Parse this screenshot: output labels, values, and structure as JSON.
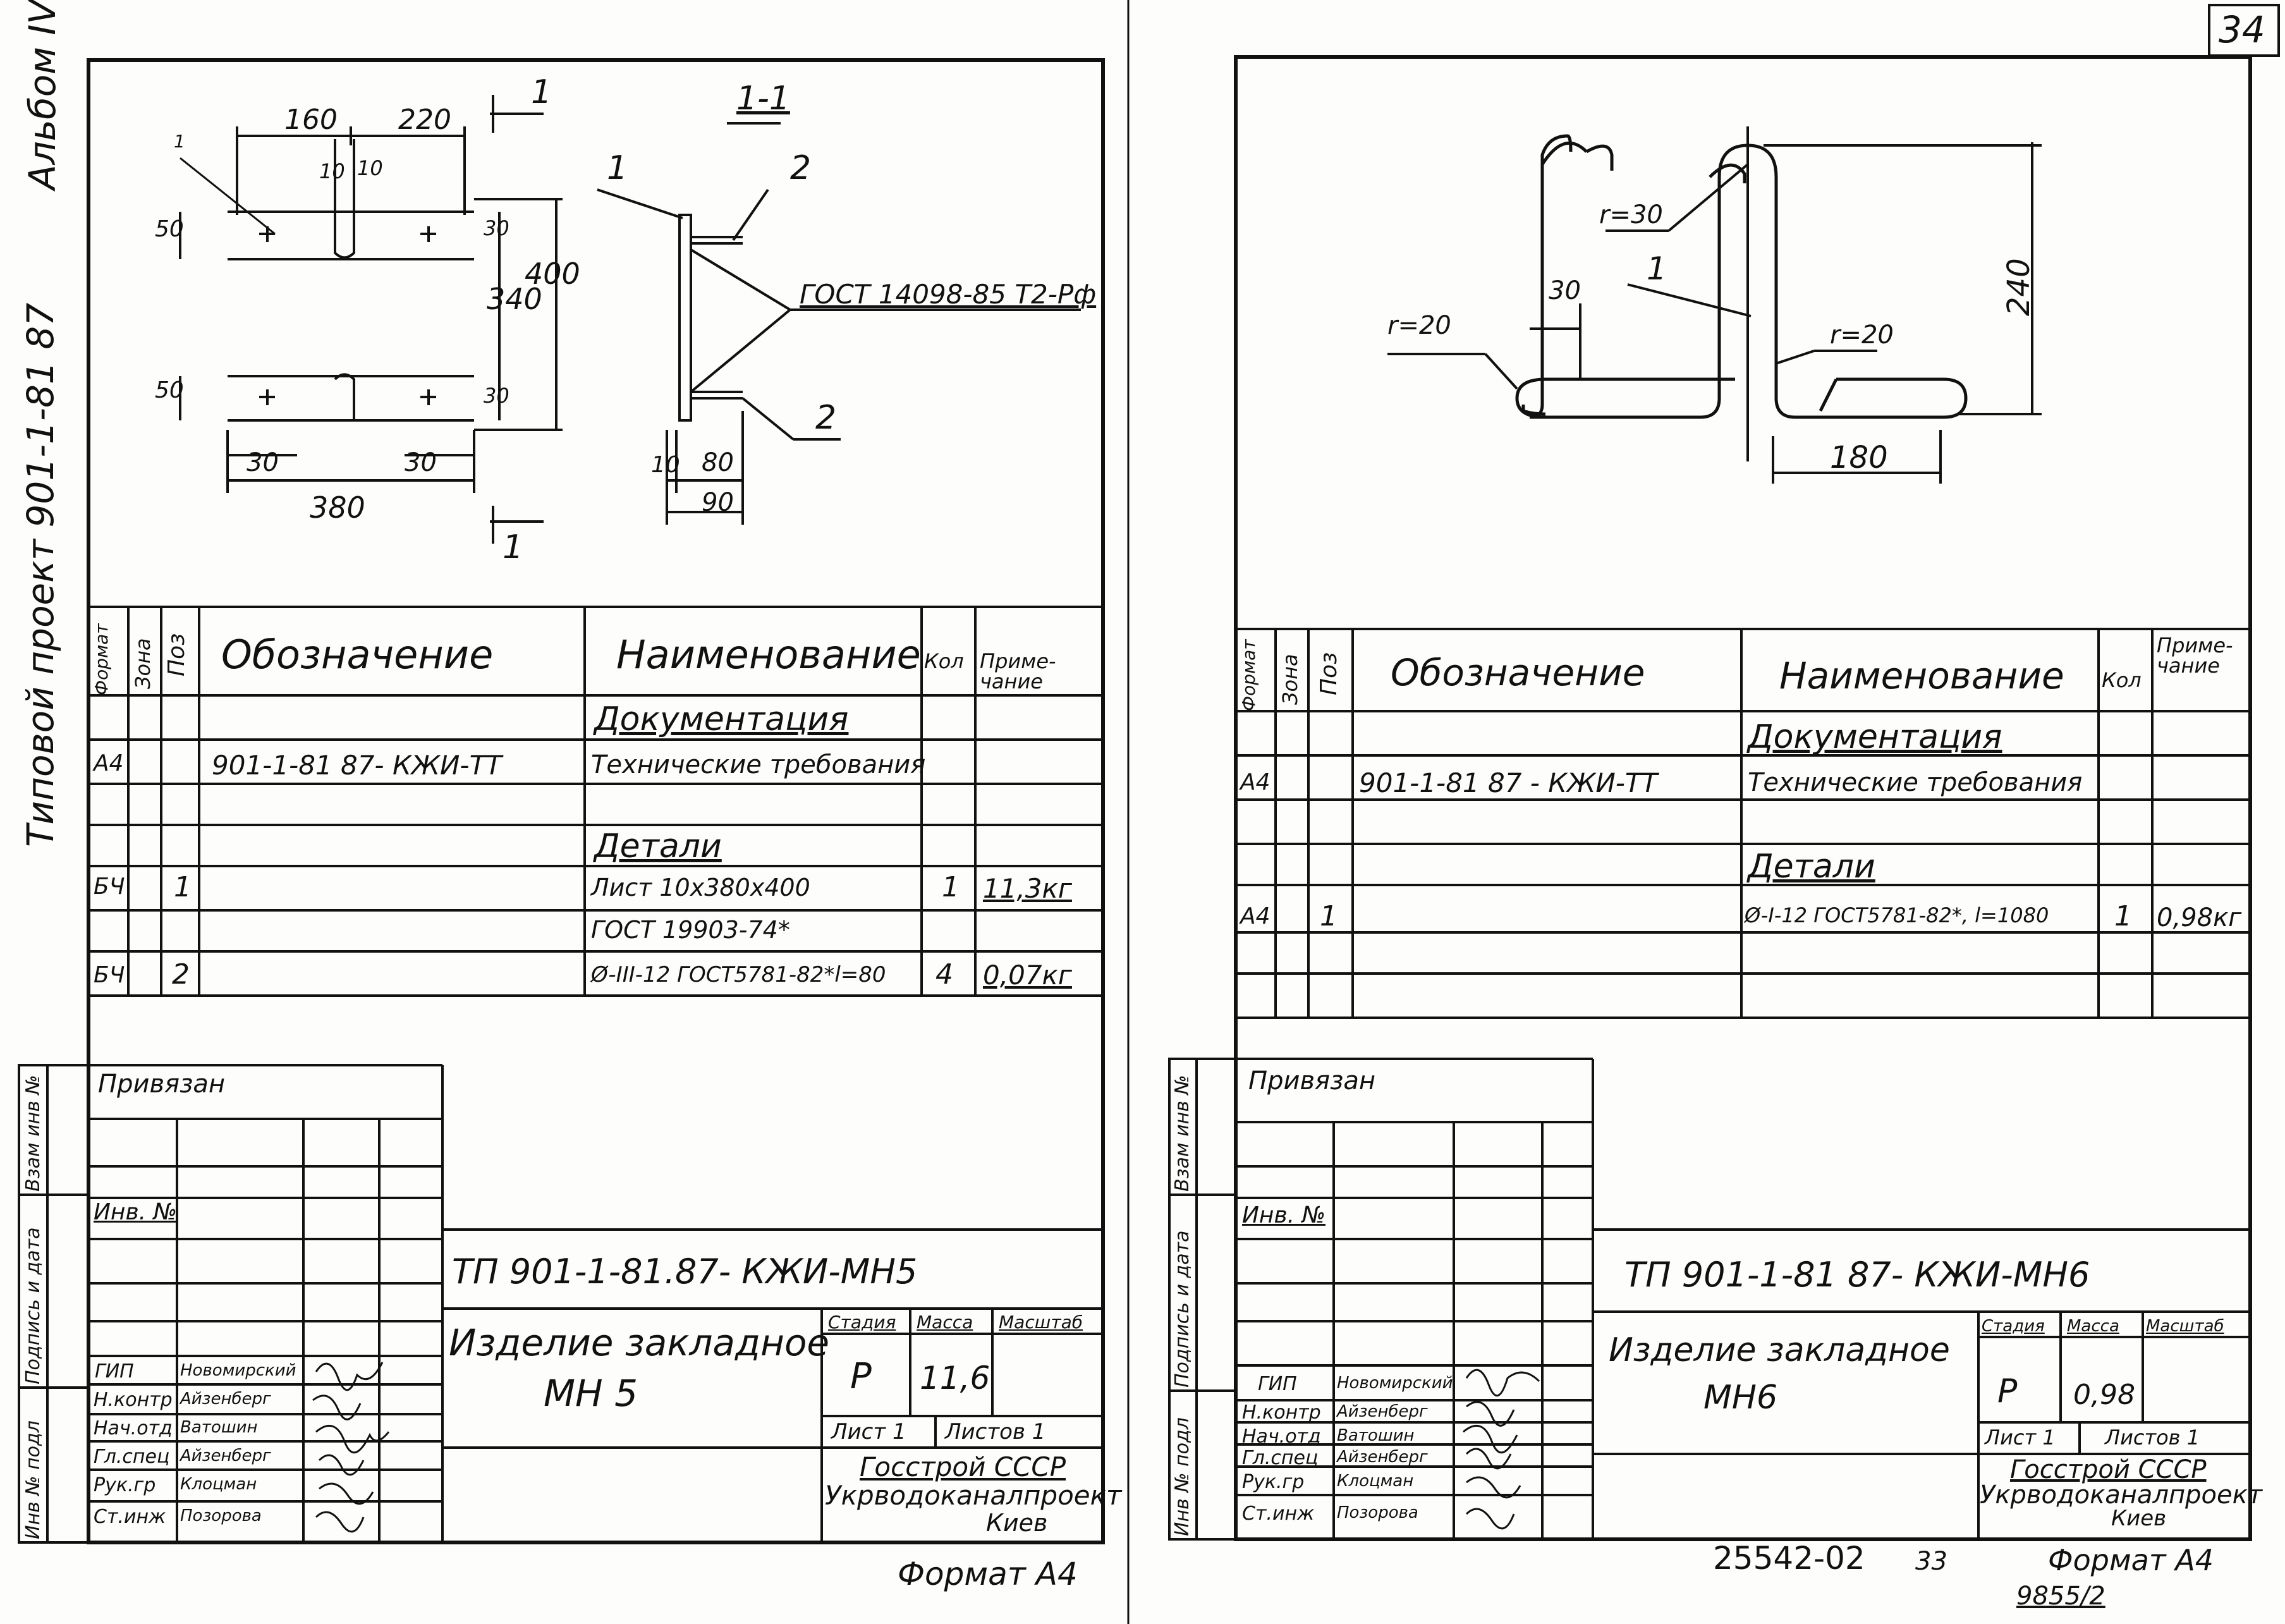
{
  "page_number": "34",
  "vertical_titles": {
    "album": "Альбом IV",
    "series": "Типовой проект 901-1-81 87"
  },
  "side_stamp_labels": [
    "Взам инв №",
    "Подпись и дата",
    "Инв № подл"
  ],
  "left_sheet": {
    "drawing": {
      "dims_top": [
        "160",
        "220"
      ],
      "dims_small": [
        "10",
        "10"
      ],
      "dims_left": [
        "50",
        "50"
      ],
      "dims_right_small": [
        "30",
        "30"
      ],
      "dim_340": "340",
      "dim_400": "400",
      "dims_bottom_small": [
        "30",
        "30"
      ],
      "dim_380": "380",
      "pos_label": "1",
      "section_marker": "1",
      "section_title": "1-1",
      "callout_1": "1",
      "callout_2a": "2",
      "callout_2b": "2",
      "weld_note": "ГОСТ 14098-85 Т2-Рф",
      "dims_side": [
        "10",
        "80"
      ],
      "dim_side_bottom": "90"
    },
    "spec_headers": {
      "format": "Формат",
      "zone": "Зона",
      "pos": "Поз",
      "designation": "Обозначение",
      "name": "Наименование",
      "qty": "Кол",
      "note": "Приме-чание"
    },
    "spec_rows": [
      {
        "format": "",
        "pos": "",
        "designation": "",
        "name": "Документация",
        "qty": "",
        "note": "",
        "underline": true
      },
      {
        "format": "А4",
        "pos": "",
        "designation": "901-1-81 87- КЖИ-ТТ",
        "name": "Технические требования",
        "qty": "",
        "note": ""
      },
      {
        "format": "",
        "pos": "",
        "designation": "",
        "name": "",
        "qty": "",
        "note": ""
      },
      {
        "format": "",
        "pos": "",
        "designation": "",
        "name": "Детали",
        "qty": "",
        "note": "",
        "underline": true
      },
      {
        "format": "БЧ",
        "pos": "1",
        "designation": "",
        "name": "Лист 10х380х400",
        "qty": "1",
        "note": "11,3кг"
      },
      {
        "format": "",
        "pos": "",
        "designation": "",
        "name": "ГОСТ 19903-74*",
        "qty": "",
        "note": ""
      },
      {
        "format": "БЧ",
        "pos": "2",
        "designation": "",
        "name": "Ø-III-12 ГОСТ5781-82*l=80",
        "qty": "4",
        "note": "0,07кг"
      }
    ],
    "title_block": {
      "bound": "Привязан",
      "inv_no": "Инв. №",
      "code": "ТП 901-1-81.87- КЖИ-МН5",
      "product": "Изделие закладное",
      "product_code": "МН 5",
      "stage_label": "Стадия",
      "mass_label": "Масса",
      "scale_label": "Масштаб",
      "stage": "Р",
      "mass": "11,6",
      "sheet": "Лист 1",
      "sheets": "Листов 1",
      "org_line1": "Госстрой СССР",
      "org_line2": "Укрводоканалпроект",
      "org_line3": "Киев",
      "roles": [
        "ГИП",
        "Н.контр",
        "Нач.отд",
        "Гл.спец",
        "Рук.гр",
        "Ст.инж"
      ],
      "names": [
        "Новомирский",
        "Айзенберг",
        "Ватошин",
        "Айзенберг",
        "Клоцман",
        "Позорова"
      ],
      "format": "Формат А4"
    }
  },
  "right_sheet": {
    "drawing": {
      "r_top": "r=30",
      "r_left": "r=20",
      "r_right": "r=20",
      "dim_30": "30",
      "dim_240": "240",
      "dim_180": "180",
      "callout_1": "1"
    },
    "spec_headers": {
      "format": "Формат",
      "zone": "Зона",
      "pos": "Поз",
      "designation": "Обозначение",
      "name": "Наименование",
      "qty": "Кол",
      "note": "Приме-чание"
    },
    "spec_rows": [
      {
        "format": "",
        "pos": "",
        "designation": "",
        "name": "Документация",
        "qty": "",
        "note": "",
        "underline": true
      },
      {
        "format": "А4",
        "pos": "",
        "designation": "901-1-81 87 - КЖИ-ТТ",
        "name": "Технические требования",
        "qty": "",
        "note": ""
      },
      {
        "format": "",
        "pos": "",
        "designation": "",
        "name": "",
        "qty": "",
        "note": ""
      },
      {
        "format": "",
        "pos": "",
        "designation": "",
        "name": "Детали",
        "qty": "",
        "note": "",
        "underline": true
      },
      {
        "format": "А4",
        "pos": "1",
        "designation": "",
        "name": "Ø-I-12 ГОСТ5781-82*, l=1080",
        "qty": "1",
        "note": "0,98кг"
      },
      {
        "format": "",
        "pos": "",
        "designation": "",
        "name": "",
        "qty": "",
        "note": ""
      },
      {
        "format": "",
        "pos": "",
        "designation": "",
        "name": "",
        "qty": "",
        "note": ""
      }
    ],
    "title_block": {
      "bound": "Привязан",
      "inv_no": "Инв. №",
      "code": "ТП 901-1-81 87- КЖИ-МН6",
      "product": "Изделие закладное",
      "product_code": "МН6",
      "stage_label": "Стадия",
      "mass_label": "Масса",
      "scale_label": "Масштаб",
      "stage": "Р",
      "mass": "0,98",
      "sheet": "Лист 1",
      "sheets": "Листов 1",
      "org_line1": "Госстрой СССР",
      "org_line2": "Укрводоканалпроект",
      "org_line3": "Киев",
      "roles": [
        "ГИП",
        "Н.контр",
        "Нач.отд",
        "Гл.спец",
        "Рук.гр",
        "Ст.инж"
      ],
      "names": [
        "Новомирский",
        "Айзенберг",
        "Ватошин",
        "Айзенберг",
        "Клоцман",
        "Позорова"
      ],
      "format": "Формат А4"
    },
    "footer_number": "25542-02",
    "footer_small": "33",
    "footer_sheet": "9855/2"
  }
}
